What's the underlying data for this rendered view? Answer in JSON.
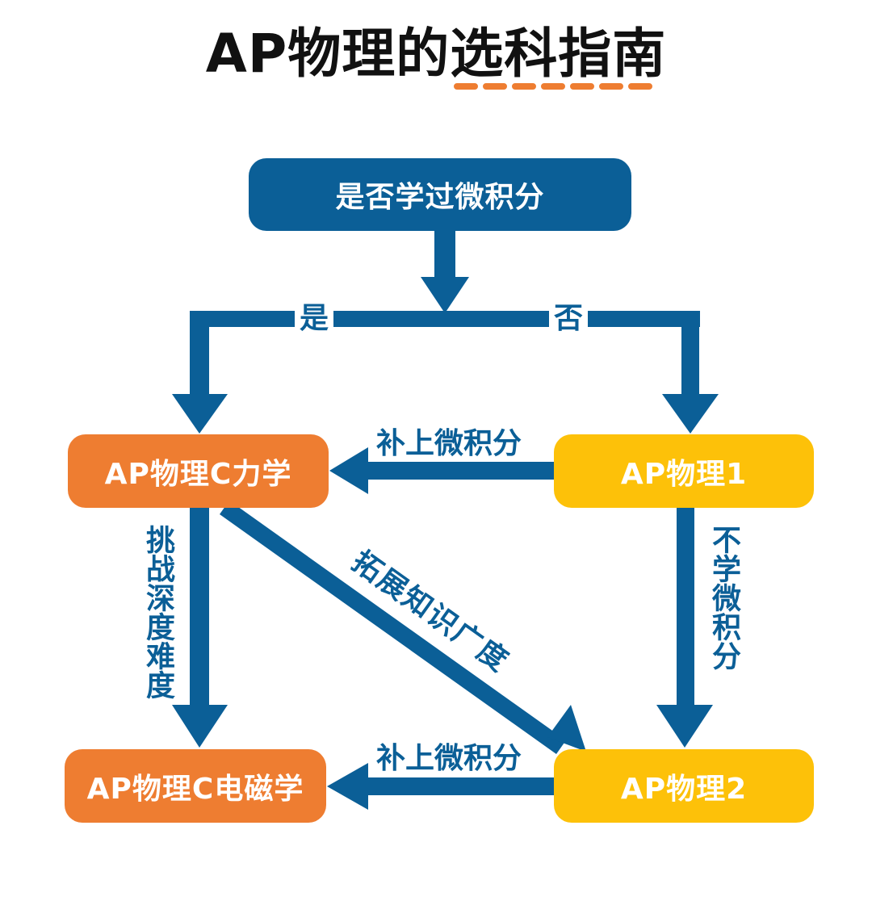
{
  "title": "AP物理的选科指南",
  "colors": {
    "blue": "#0b5f97",
    "orange": "#ee7d31",
    "yellow": "#fdc109",
    "title_underline": "#ee7d31"
  },
  "nodes": {
    "root": "是否学过微积分",
    "c_mechanics": "AP物理C力学",
    "physics1": "AP物理1",
    "c_em": "AP物理C电磁学",
    "physics2": "AP物理2"
  },
  "edges": {
    "yes": "是",
    "no": "否",
    "p1_to_cmech": "补上微积分",
    "p1_to_p2": "不学微积分",
    "cmech_to_cem": "挑战深度难度",
    "cmech_to_p2": "拓展知识广度",
    "p2_to_cem": "补上微积分"
  }
}
